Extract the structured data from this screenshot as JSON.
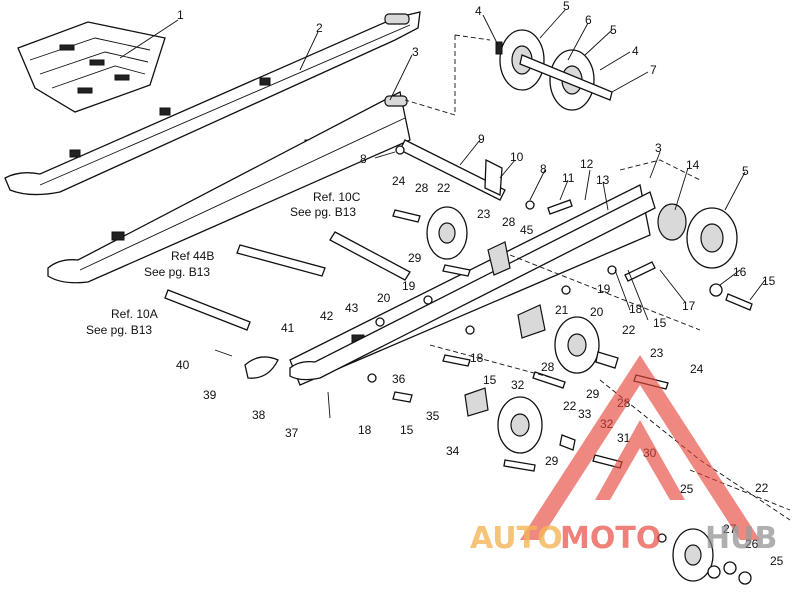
{
  "labels": {
    "l1": "1",
    "l2": "2",
    "l3a": "3",
    "l3b": "3",
    "l4a": "4",
    "l4b": "4",
    "l5a": "5",
    "l5b": "5",
    "l5c": "5",
    "l6": "6",
    "l7": "7",
    "l8a": "8",
    "l8b": "8",
    "l9": "9",
    "l10": "10",
    "l11": "11",
    "l12": "12",
    "l13": "13",
    "l14": "14",
    "l15a": "15",
    "l15b": "15",
    "l15c": "15",
    "l15d": "15",
    "l16": "16",
    "l17": "17",
    "l18a": "18",
    "l18b": "18",
    "l18c": "18",
    "l19a": "19",
    "l19b": "19",
    "l20a": "20",
    "l20b": "20",
    "l21": "21",
    "l22a": "22",
    "l22b": "22",
    "l22c": "22",
    "l22d": "22",
    "l23a": "23",
    "l23b": "23",
    "l24a": "24",
    "l24b": "24",
    "l25a": "25",
    "l25b": "25",
    "l26": "26",
    "l27": "27",
    "l28a": "28",
    "l28b": "28",
    "l28c": "28",
    "l28d": "28",
    "l29a": "29",
    "l29b": "29",
    "l29c": "29",
    "l30": "30",
    "l31": "31",
    "l32a": "32",
    "l32b": "32",
    "l33": "33",
    "l34": "34",
    "l35": "35",
    "l36": "36",
    "l37": "37",
    "l38": "38",
    "l39": "39",
    "l40": "40",
    "l41": "41",
    "l42": "42",
    "l43": "43",
    "l45": "45"
  },
  "references": {
    "ref10c_line1": "Ref. 10C",
    "ref10c_line2": "See pg. B13",
    "ref44b_line1": "Ref 44B",
    "ref44b_line2": "See pg. B13",
    "ref10a_line1": "Ref. 10A",
    "ref10a_line2": "See pg. B13"
  },
  "watermark": {
    "word_part1": "AUTO",
    "word_part2": "MOTO",
    "word_part3": "HUB",
    "color_red": "#e8453c",
    "color_orange": "#f2a93b",
    "color_gray": "#8a8a8a"
  }
}
